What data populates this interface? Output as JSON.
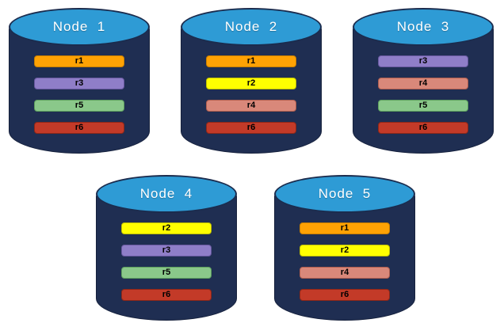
{
  "background": "#FFFFFF",
  "palette": {
    "cylinder_body": "#1F2E52",
    "cylinder_body_edge": "#16213C",
    "cylinder_top_fill": "#2E9BD5",
    "cylinder_top_edge": "#1B2C4E",
    "node_title_color": "#FFFFFF",
    "bar_text_color": "#000000"
  },
  "replica_colors": {
    "r1": {
      "fill": "#FFA204",
      "border": "#C87E00"
    },
    "r2": {
      "fill": "#FFFF00",
      "border": "#BDBD00"
    },
    "r3": {
      "fill": "#8F7EC8",
      "border": "#67589E"
    },
    "r4": {
      "fill": "#D9887A",
      "border": "#AE5D4E"
    },
    "r5": {
      "fill": "#8AC88A",
      "border": "#5D9F5E"
    },
    "r6": {
      "fill": "#C33A28",
      "border": "#8E2718"
    }
  },
  "nodes": [
    {
      "label": "Node  1",
      "bars": [
        "r1",
        "r3",
        "r5",
        "r6"
      ]
    },
    {
      "label": "Node  2",
      "bars": [
        "r1",
        "r2",
        "r4",
        "r6"
      ]
    },
    {
      "label": "Node  3",
      "bars": [
        "r3",
        "r4",
        "r5",
        "r6"
      ]
    },
    {
      "label": "Node  4",
      "bars": [
        "r2",
        "r3",
        "r5",
        "r6"
      ]
    },
    {
      "label": "Node  5",
      "bars": [
        "r1",
        "r2",
        "r4",
        "r6"
      ]
    }
  ]
}
